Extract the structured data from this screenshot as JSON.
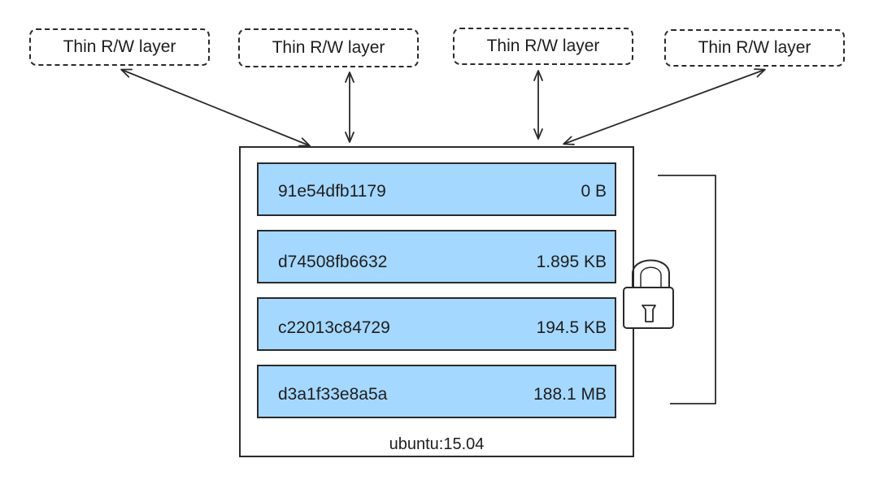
{
  "rw_layers": [
    {
      "label": "Thin R/W layer"
    },
    {
      "label": "Thin R/W layer"
    },
    {
      "label": "Thin R/W layer"
    },
    {
      "label": "Thin R/W layer"
    }
  ],
  "image": {
    "name": "ubuntu:15.04",
    "layers": [
      {
        "id": "91e54dfb1179",
        "size": "0 B"
      },
      {
        "id": "d74508fb6632",
        "size": "1.895 KB"
      },
      {
        "id": "c22013c84729",
        "size": "194.5 KB"
      },
      {
        "id": "d3a1f33e8a5a",
        "size": "188.1 MB"
      }
    ]
  },
  "colors": {
    "layer_fill": "#a5d8ff",
    "stroke": "#2a2a2a"
  },
  "icons": [
    "padlock-icon"
  ]
}
